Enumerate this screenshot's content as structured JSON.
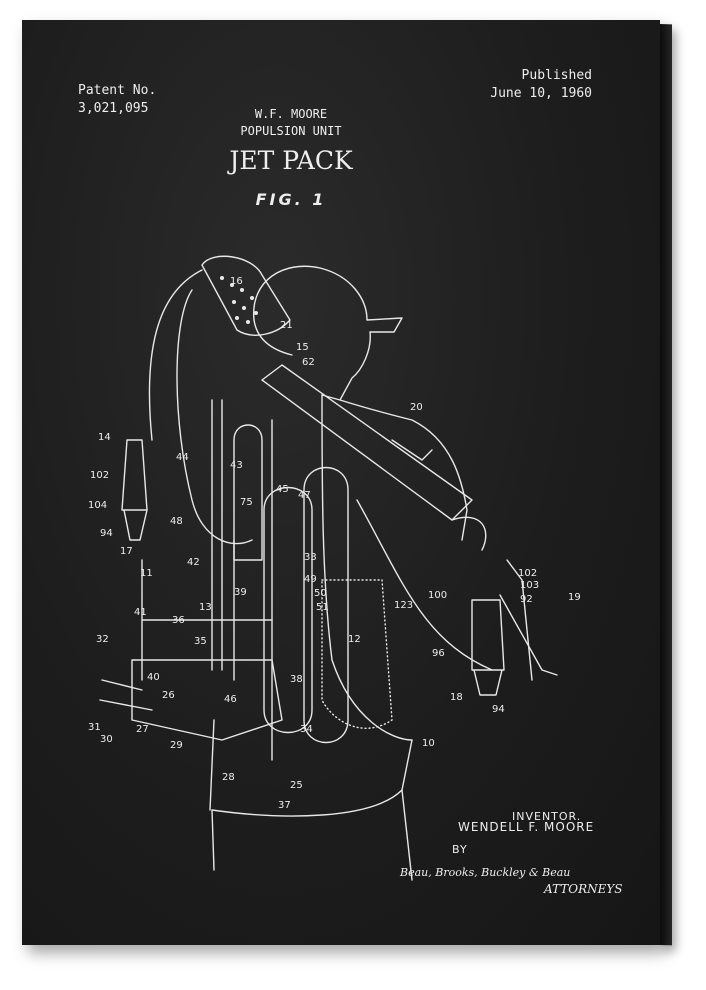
{
  "patent": {
    "label": "Patent No.",
    "number": "3,021,095"
  },
  "published": {
    "label": "Published",
    "date": "June 10, 1960"
  },
  "author": "W.F. MOORE",
  "subtitle": "POPULSION UNIT",
  "title": "JET PACK",
  "figure": "FIG. 1",
  "inventor": {
    "label": "INVENTOR.",
    "name": "WENDELL F. MOORE"
  },
  "by": "BY",
  "attorneys": {
    "signature": "Beau, Brooks, Buckley & Beau",
    "label": "ATTORNEYS"
  },
  "callouts": [
    "16",
    "21",
    "15",
    "62",
    "20",
    "14",
    "102",
    "104",
    "94",
    "17",
    "44",
    "43",
    "48",
    "75",
    "45",
    "47",
    "33",
    "11",
    "42",
    "13",
    "39",
    "49",
    "50",
    "51",
    "12",
    "41",
    "36",
    "35",
    "32",
    "40",
    "26",
    "31",
    "27",
    "30",
    "29",
    "46",
    "38",
    "34",
    "28",
    "25",
    "37",
    "123",
    "100",
    "102",
    "103",
    "92",
    "19",
    "96",
    "18",
    "94",
    "10"
  ],
  "colors": {
    "background": "#1d1d1d",
    "ink": "#eeeeee"
  }
}
